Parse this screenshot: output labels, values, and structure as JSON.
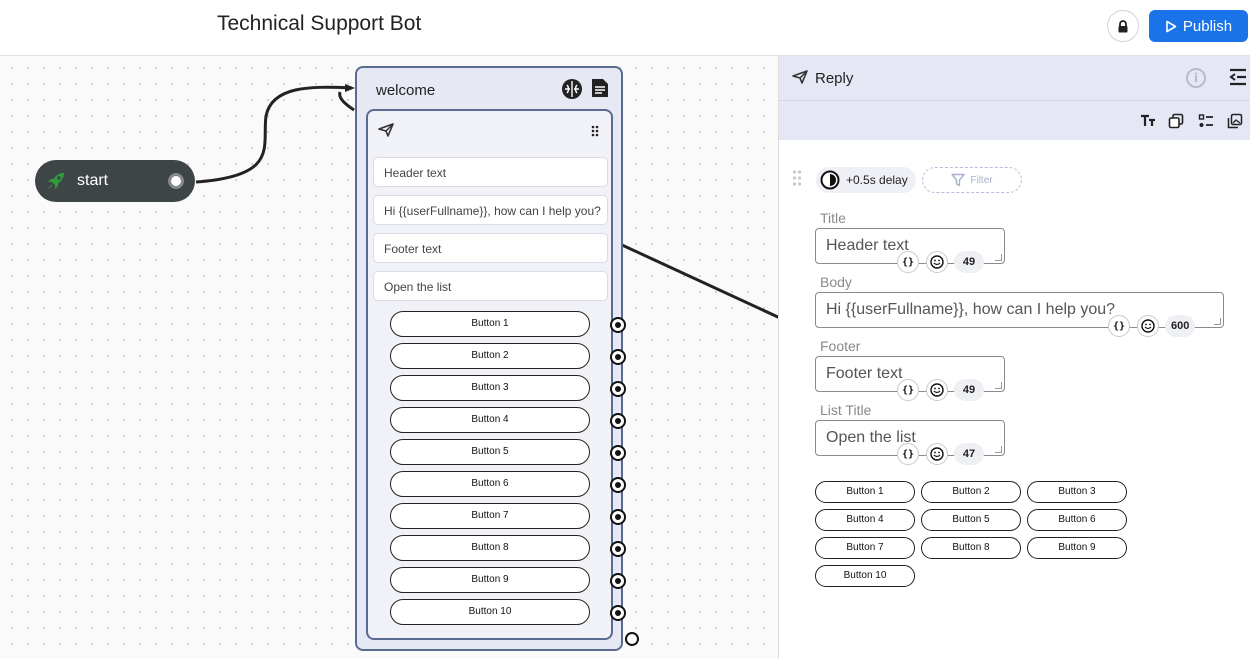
{
  "header": {
    "title": "Technical Support Bot",
    "publish_label": "Publish",
    "lock_icon": "lock-icon",
    "publish_color": "#1a73e8"
  },
  "canvas": {
    "start_node": {
      "label": "start",
      "icon": "rocket-icon",
      "icon_color": "#2e9e3a"
    },
    "node": {
      "title": "welcome",
      "icons": [
        "brain-icon",
        "document-icon"
      ],
      "header_text": "Header text",
      "body_text": "Hi {{userFullname}}, how can I help you?",
      "footer_text": "Footer text",
      "list_title": "Open the list",
      "buttons": [
        "Button 1",
        "Button 2",
        "Button 3",
        "Button 4",
        "Button 5",
        "Button 6",
        "Button 7",
        "Button 8",
        "Button 9",
        "Button 10"
      ]
    }
  },
  "panel": {
    "title": "Reply",
    "delay_label": "+0.5s delay",
    "filter_label": "Filter",
    "tools": [
      "text-size-icon",
      "copy-icon",
      "list-icon",
      "gallery-icon"
    ],
    "fields": [
      {
        "label": "Title",
        "value": "Header text",
        "count": "49"
      },
      {
        "label": "Body",
        "value": "Hi {{userFullname}}, how can I help you?",
        "count": "600"
      },
      {
        "label": "Footer",
        "value": "Footer text",
        "count": "49"
      },
      {
        "label": "List Title",
        "value": "Open the list",
        "count": "47"
      }
    ],
    "variable_glyph": "{}",
    "buttons": [
      "Button 1",
      "Button 2",
      "Button 3",
      "Button 4",
      "Button 5",
      "Button 6",
      "Button 7",
      "Button 8",
      "Button 9",
      "Button 10"
    ]
  }
}
